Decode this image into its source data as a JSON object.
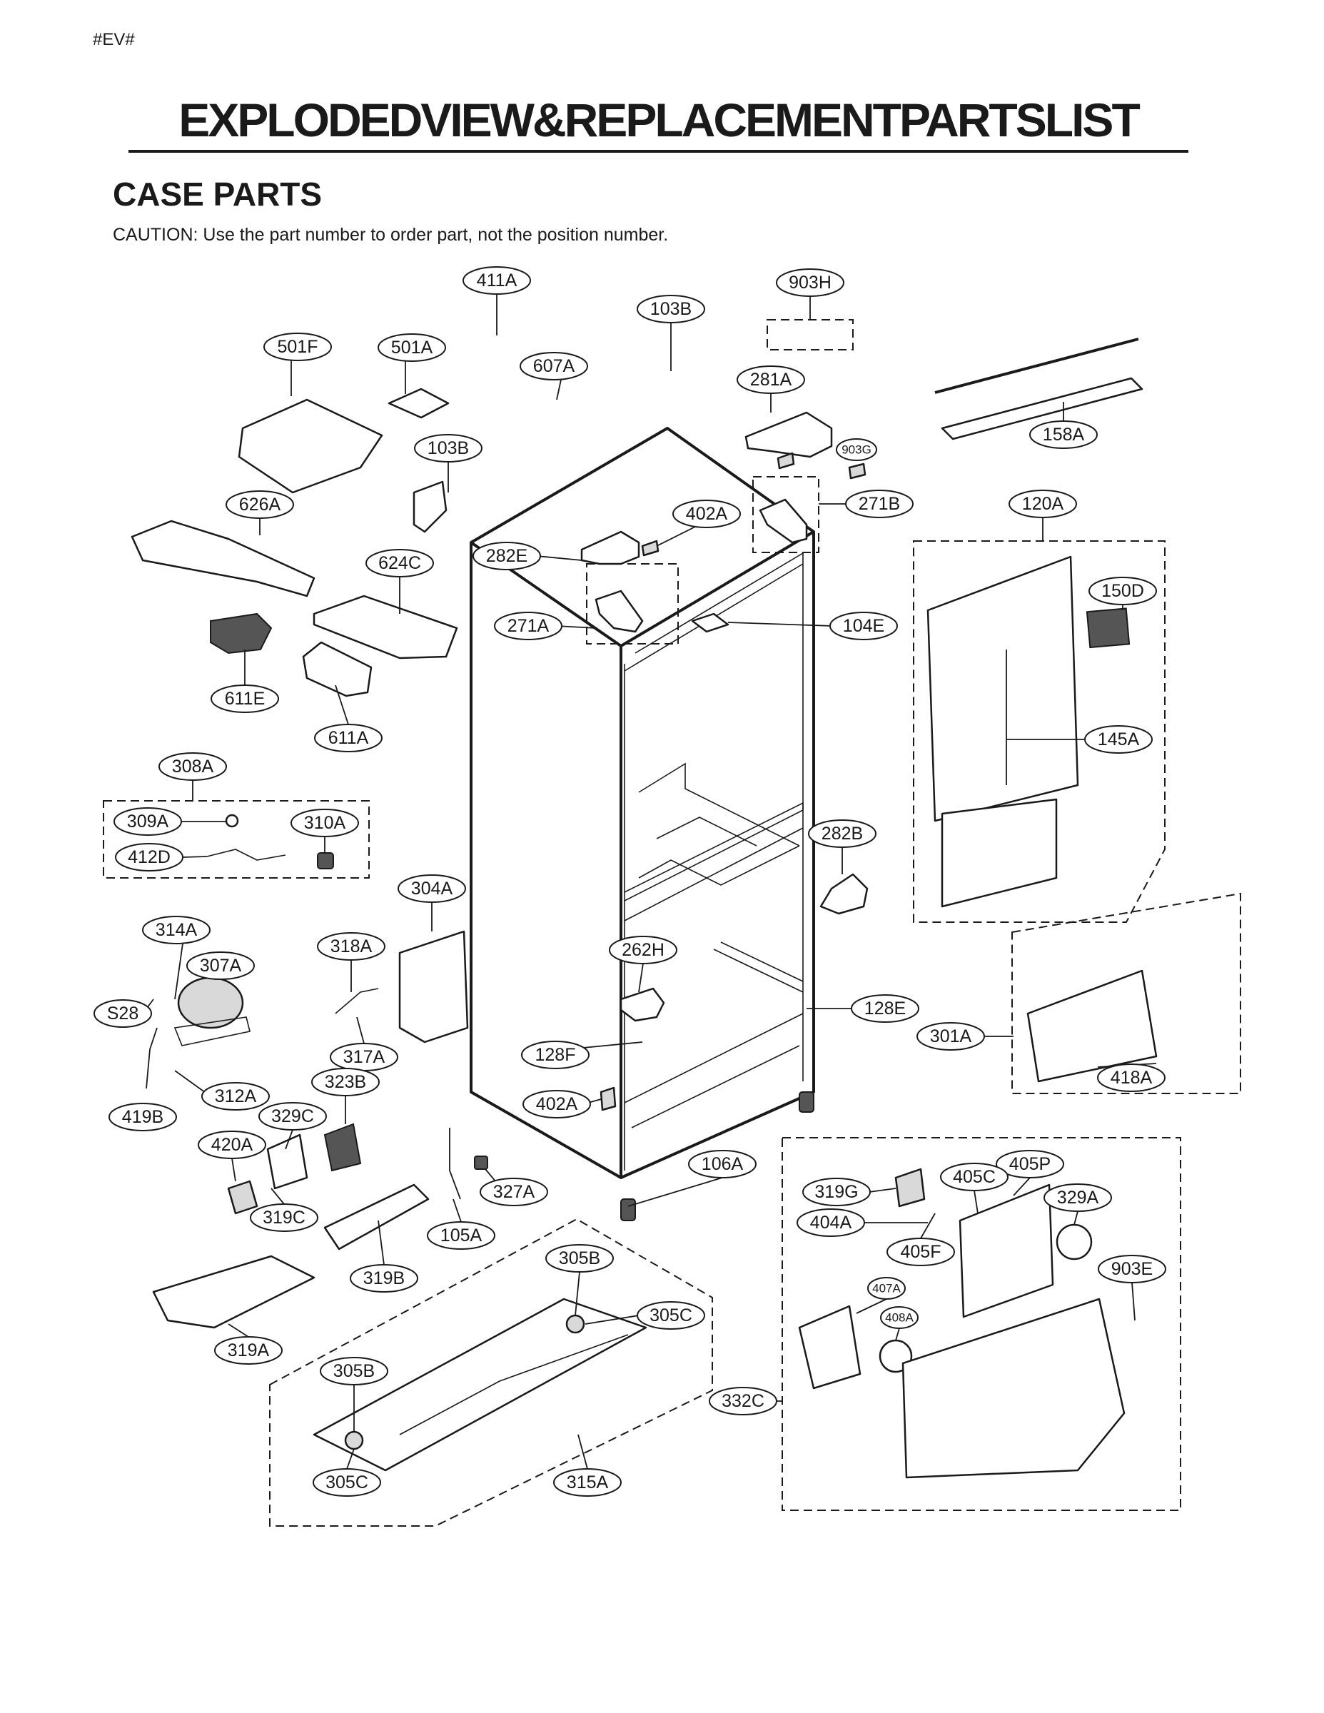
{
  "header": {
    "doc_code": "#EV#",
    "title": "EXPLODEDVIEW&REPLACEMENTPARTSLIST",
    "section": "CASE PARTS",
    "caution": "CAUTION: Use the part number to order part, not the position number."
  },
  "callouts": [
    "411A",
    "903H",
    "103B",
    "501F",
    "501A",
    "607A",
    "281A",
    "158A",
    "903G",
    "103B",
    "402A",
    "271B",
    "626A",
    "282E",
    "120A",
    "624C",
    "150D",
    "271A",
    "104E",
    "611E",
    "611A",
    "145A",
    "308A",
    "309A",
    "310A",
    "412D",
    "282B",
    "304A",
    "314A",
    "307A",
    "318A",
    "262H",
    "S28",
    "128E",
    "301A",
    "317A",
    "128F",
    "323B",
    "312A",
    "418A",
    "419B",
    "329C",
    "402A",
    "420A",
    "106A",
    "405P",
    "327A",
    "319G",
    "405C",
    "319C",
    "105A",
    "404A",
    "329A",
    "319B",
    "305B",
    "405F",
    "903E",
    "407A",
    "305C",
    "408A",
    "319A",
    "305B",
    "332C",
    "315A",
    "305C"
  ]
}
